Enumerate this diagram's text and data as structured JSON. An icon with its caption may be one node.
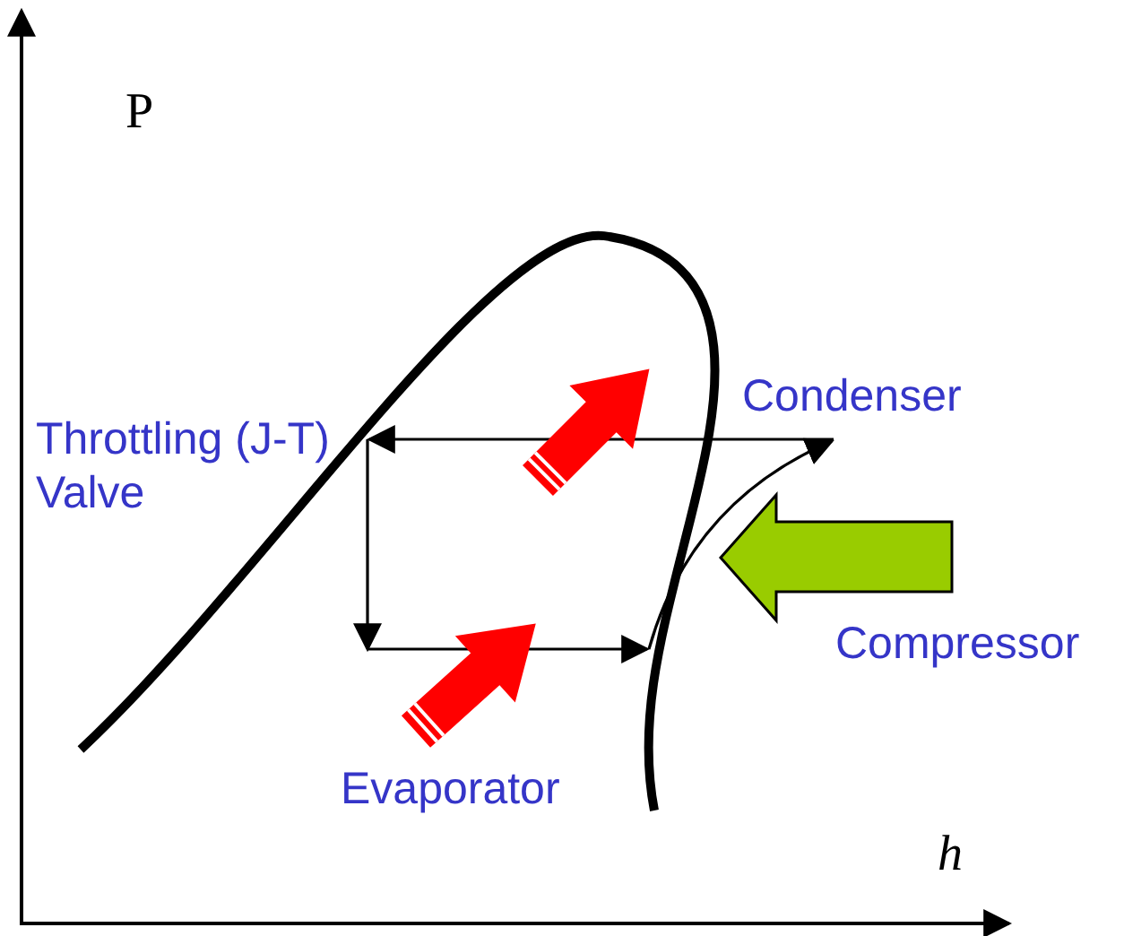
{
  "diagram": {
    "labels": [
      "P",
      "Condenser",
      "Throttling (J-T) Valve",
      "Compressor",
      "Evaporator",
      "h"
    ]
  }
}
